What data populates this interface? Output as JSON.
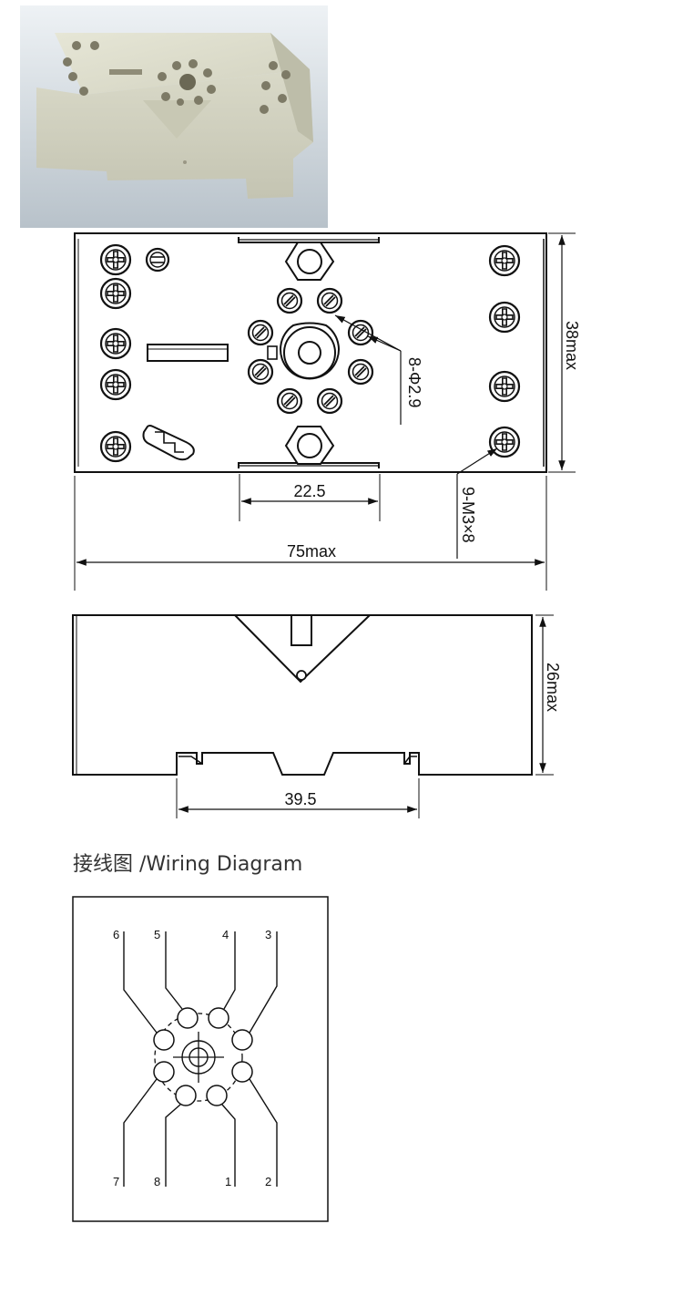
{
  "product_photo": {
    "icon": "relay-socket-photo",
    "colors": {
      "background_top": "#e9eef2",
      "background_bottom": "#b9c3cb",
      "body": "#dcdccb"
    }
  },
  "top_view": {
    "dimensions": {
      "pin_spacing": "22.5",
      "length": "75max",
      "width": "38max"
    },
    "callouts": {
      "pin_holes": "8-Φ2.9",
      "terminal_screws": "9-M3×8"
    }
  },
  "side_view": {
    "dimensions": {
      "height": "26max",
      "rail_width": "39.5"
    }
  },
  "wiring": {
    "title": "接线图 /Wiring Diagram",
    "pins_top": [
      "6",
      "5",
      "4",
      "3"
    ],
    "pins_bottom": [
      "7",
      "8",
      "1",
      "2"
    ]
  }
}
